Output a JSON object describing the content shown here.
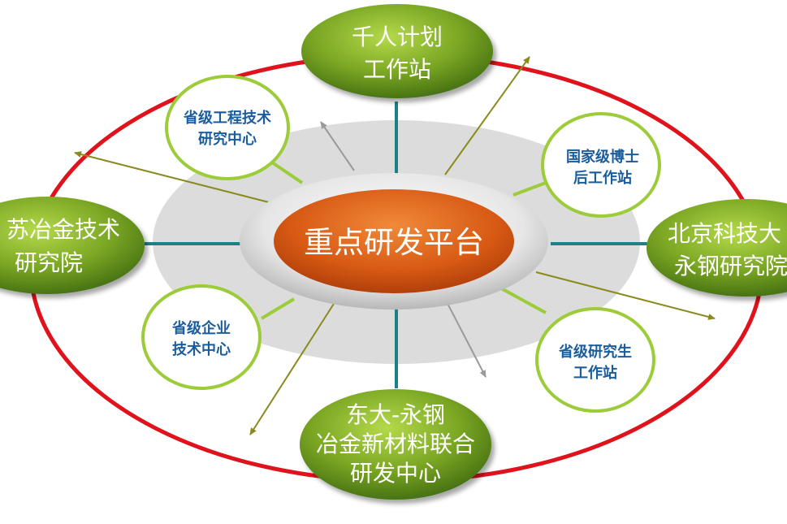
{
  "center": {
    "label": "重点研发平台"
  },
  "green_nodes": {
    "top": {
      "lines": [
        "千人计划",
        "工作站"
      ]
    },
    "left": {
      "lines": [
        "苏冶金技术",
        "研究院"
      ]
    },
    "right": {
      "lines": [
        "北京科技大",
        "永钢研究院"
      ]
    },
    "bottom": {
      "lines": [
        "东大-永钢",
        "冶金新材料联合",
        "研发中心"
      ]
    }
  },
  "ring_nodes": {
    "top_left": {
      "lines": [
        "省级工程技术",
        "研究中心"
      ]
    },
    "top_right": {
      "lines": [
        "国家级博士",
        "后工作站"
      ]
    },
    "bottom_left": {
      "lines": [
        "省级企业",
        "技术中心"
      ]
    },
    "bottom_right": {
      "lines": [
        "省级研究生",
        "工作站"
      ]
    }
  },
  "colors": {
    "outer_ring": "#e0121b",
    "gray_disc": "#dcdcdc",
    "center_orange": "#d85a14",
    "green_dark": "#3e6a10",
    "green_light": "#a4cc3a",
    "teal_connector": "#1f7f86",
    "lime_connector": "#9ccc3a",
    "olive_arrow": "#8a8a1e",
    "gray_arrow": "#9a9a9a",
    "ring_label": "#1a5c9c"
  }
}
